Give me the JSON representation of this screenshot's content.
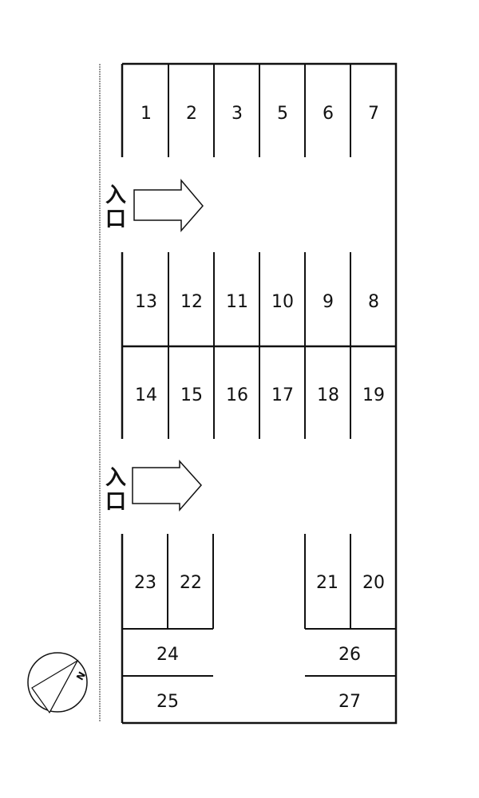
{
  "entrances": [
    {
      "label_top": "入",
      "label_bottom": "口"
    },
    {
      "label_top": "入",
      "label_bottom": "口"
    }
  ],
  "spaces": {
    "row1": [
      "1",
      "2",
      "3",
      "5",
      "6",
      "7"
    ],
    "row2": [
      "13",
      "12",
      "11",
      "10",
      "9",
      "8"
    ],
    "row3": [
      "14",
      "15",
      "16",
      "17",
      "18",
      "19"
    ],
    "row4_left": [
      "23",
      "22"
    ],
    "row4_right": [
      "21",
      "20"
    ],
    "left_pair": [
      "24",
      "25"
    ],
    "right_pair": [
      "26",
      "27"
    ]
  },
  "compass": {
    "label": "N"
  },
  "colors": {
    "line": "#111111",
    "background": "#ffffff"
  }
}
